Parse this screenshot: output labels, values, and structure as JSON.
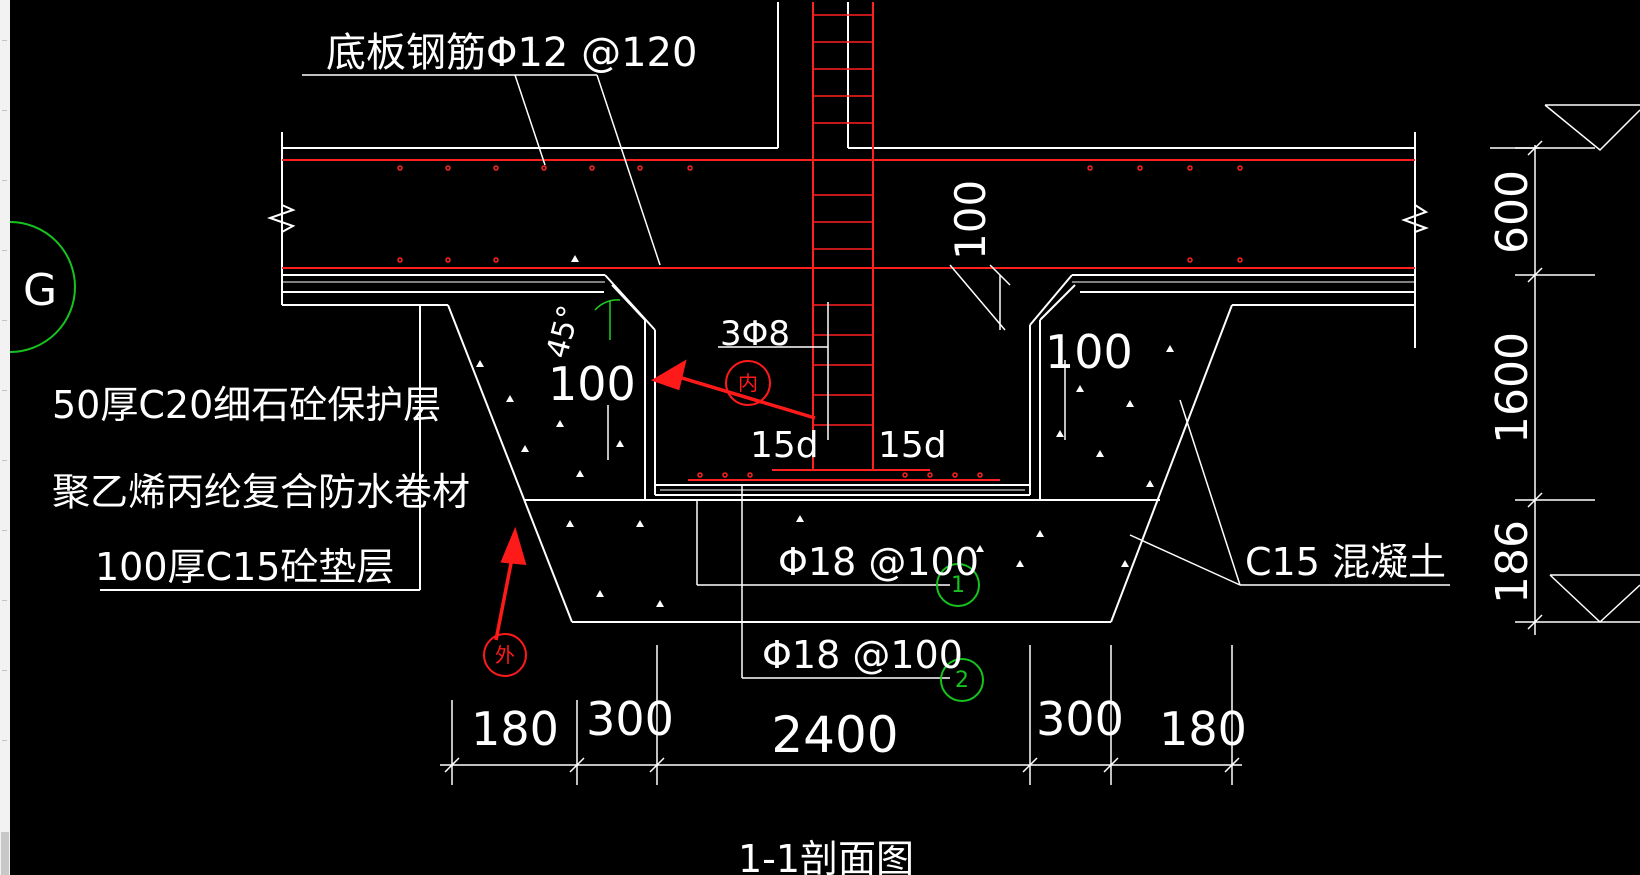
{
  "drawing": {
    "title": "1-1剖面图",
    "axis_label": "G",
    "labels": {
      "slab_rebar": "底板钢筋Φ12 @120",
      "layer_1": "50厚C20细石砼保护层",
      "layer_2": "聚乙烯丙纶复合防水卷材",
      "layer_3": "100厚C15砼垫层",
      "concrete": "C15 混凝土",
      "stirrup": "3Φ8",
      "anchor_left": "15d",
      "anchor_right": "15d",
      "rebar_1": "Φ18 @100",
      "rebar_2": "Φ18 @100",
      "callout_1": "1",
      "callout_2": "2",
      "angle": "45°",
      "dim_left_100": "100",
      "dim_right_100": "100",
      "dim_right_100_b": "100",
      "inner_mark": "内",
      "outer_mark": "外"
    },
    "bottom_dims": [
      "180",
      "300",
      "2400",
      "300",
      "180"
    ],
    "right_dims": [
      "600",
      "1600",
      "186"
    ],
    "colors": {
      "background": "#000000",
      "line": "#ffffff",
      "rebar": "#ff2020",
      "annotation": "#ff1a1a",
      "callout_circle": "#17c21f",
      "angle_mark": "#1fd11f"
    }
  }
}
